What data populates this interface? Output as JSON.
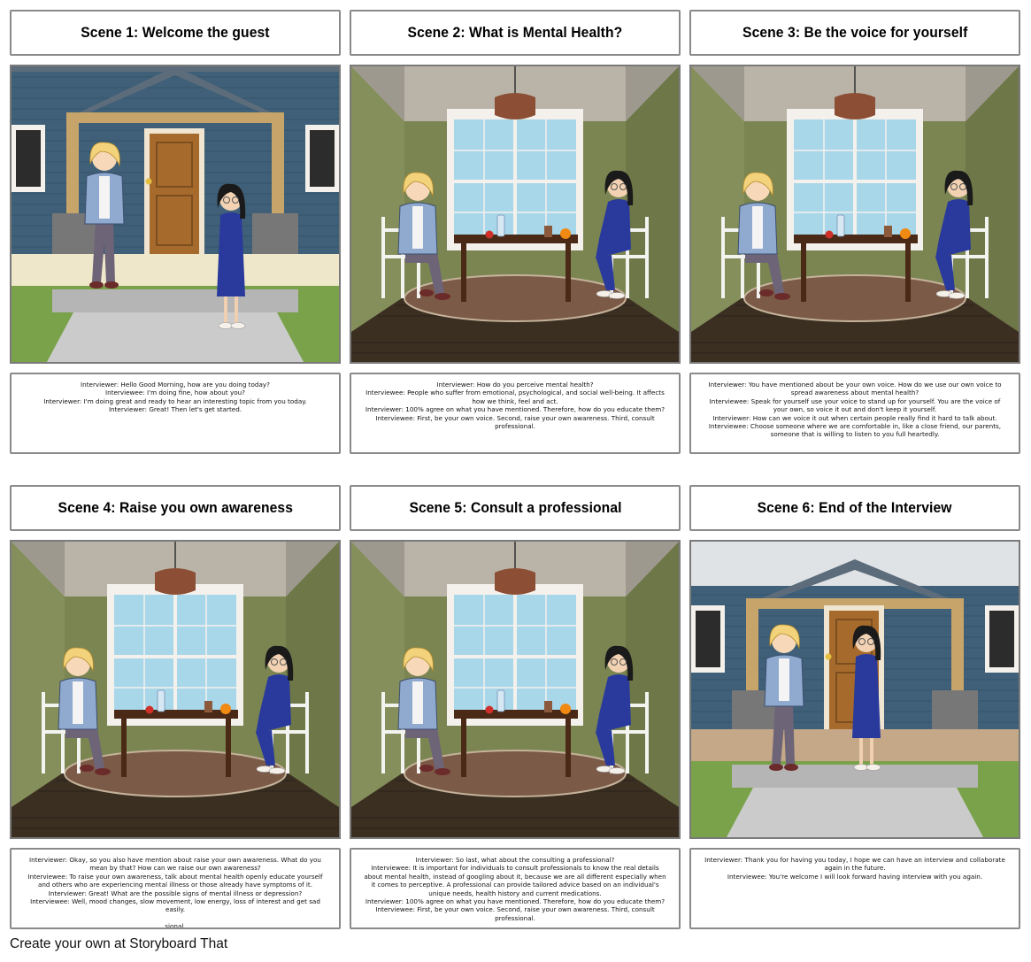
{
  "scenes": [
    {
      "title": "Scene 1: Welcome the guest",
      "setting": "house",
      "lines": [
        "Interviewer: Hello Good Morning, how are you doing today?",
        "Interviewee: I'm doing fine, how about you?",
        "Interviewer: I'm doing great and ready to hear an interesting topic from you today.",
        "Interviewer: Great! Then let's get started."
      ]
    },
    {
      "title": "Scene 2: What is Mental Health?",
      "setting": "room",
      "lines": [
        "Interviewer: How do you perceive mental health?",
        "Interviewee: People who suffer from emotional, psychological, and social well-being. It affects how we think, feel and act.",
        "Interviewer: 100% agree on what you have mentioned. Therefore, how do you educate them?",
        "Interviewee: First, be your own voice. Second, raise your own awareness. Third, consult professional."
      ]
    },
    {
      "title": "Scene 3: Be the voice for yourself",
      "setting": "room",
      "lines": [
        "Interviewer: You have mentioned about be your own voice. How do we use our own voice to spread awareness about mental health?",
        "Interviewee: Speak for yourself use your voice to stand up for yourself. You are the voice of your own, so voice it out and don't keep it yourself.",
        "Interviewer: How can we voice it out when certain people really find it hard to talk about.",
        "Interviewee: Choose someone where we are comfortable in, like a close friend, our parents, someone that is willing to listen to you full heartedly."
      ]
    },
    {
      "title": "Scene 4: Raise you own awareness",
      "setting": "room",
      "lines": [
        "Interviewer: Okay, so you also have mention about raise your own awareness. What do you mean by that? How can we raise our own awareness?",
        "Interviewee: To raise your own awareness, talk about mental health openly educate yourself and others who are experiencing mental illness or those already have symptoms of it.",
        "Interviewer: Great! What are the possible signs of mental illness or depression?",
        "Interviewee: Well, mood changes, slow movement, low energy, loss of interest and get sad easily.",
        "",
        "sional."
      ]
    },
    {
      "title": "Scene 5: Consult a professional",
      "setting": "room",
      "lines": [
        "Interviewer: So last, what about the consulting a professional?",
        "Interviewee: It is important for individuals to consult professionals to know the real details about mental health, instead of googling about it, because we are all different especially when it comes to perceptive. A professional can provide tailored advice based on an individual's unique needs, health history and current medications.",
        "Interviewer: 100% agree on what you have mentioned. Therefore, how do you educate them?",
        "Interviewee: First, be your own voice. Second, raise your own awareness. Third, consult professional.",
        "",
        "sional."
      ]
    },
    {
      "title": "Scene 6: End of the Interview",
      "setting": "house",
      "lines": [
        "Interviewer: Thank you for having you today, I hope we can have an interview and collaborate again in the future.",
        "Interviewee: You're welcome I will look forward having interview with you again."
      ]
    }
  ],
  "footer": "Create your own at Storyboard That",
  "colors": {
    "border": "#8a8a8a",
    "house_siding": "#3f6078",
    "room_wall": "#7b8552",
    "floor": "#3b2f22",
    "interviewer_jacket": "#8fa9cf",
    "interviewee_dress": "#2a3a9c"
  }
}
